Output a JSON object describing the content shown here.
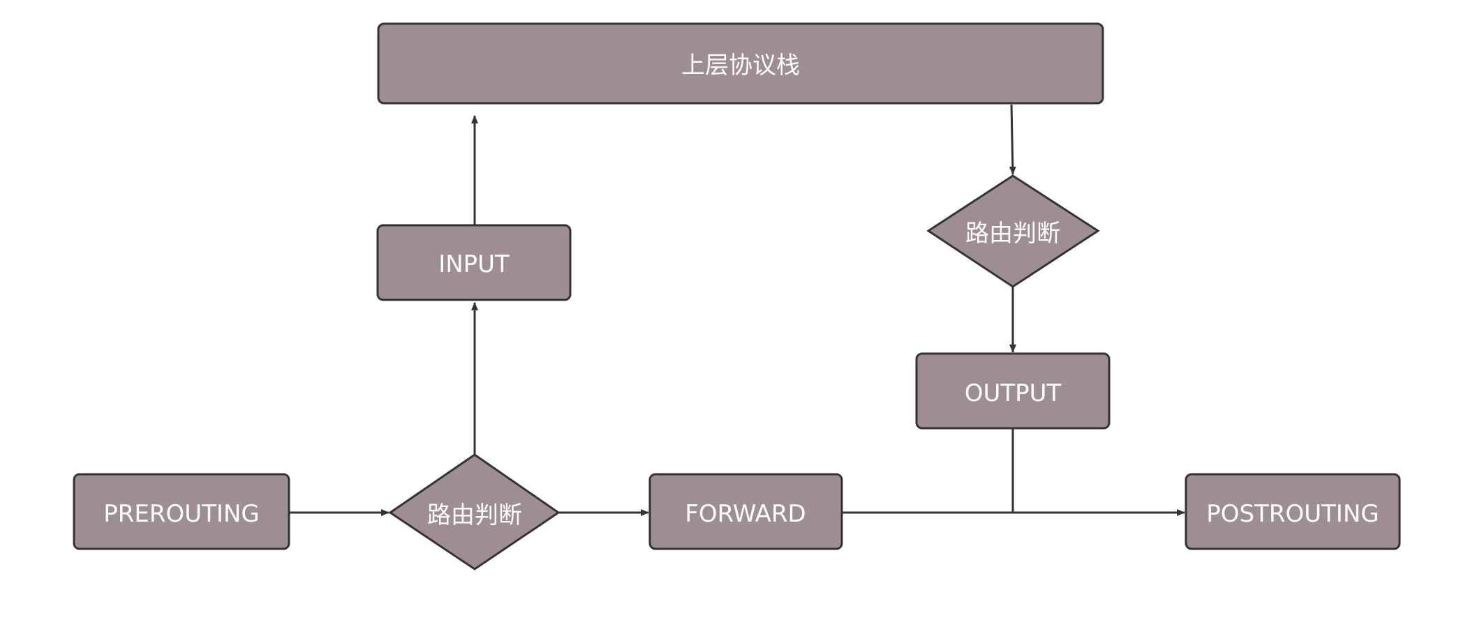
{
  "colors": {
    "node_fill": "#9e8e91",
    "stroke": "#333333",
    "label": "#ffffff",
    "background": "#ffffff"
  },
  "nodes": {
    "upper_stack": {
      "label": "上层协议栈"
    },
    "input": {
      "label": "INPUT"
    },
    "route_decision_in": {
      "label": "路由判断"
    },
    "route_decision_out": {
      "label": "路由判断"
    },
    "output": {
      "label": "OUTPUT"
    },
    "prerouting": {
      "label": "PREROUTING"
    },
    "forward": {
      "label": "FORWARD"
    },
    "postrouting": {
      "label": "POSTROUTING"
    }
  },
  "edges": [
    {
      "from": "prerouting",
      "to": "route_decision_in"
    },
    {
      "from": "route_decision_in",
      "to": "forward"
    },
    {
      "from": "route_decision_in",
      "to": "input"
    },
    {
      "from": "input",
      "to": "upper_stack"
    },
    {
      "from": "upper_stack",
      "to": "route_decision_out"
    },
    {
      "from": "route_decision_out",
      "to": "output"
    },
    {
      "from": "output",
      "to": "postrouting"
    },
    {
      "from": "forward",
      "to": "postrouting"
    }
  ]
}
